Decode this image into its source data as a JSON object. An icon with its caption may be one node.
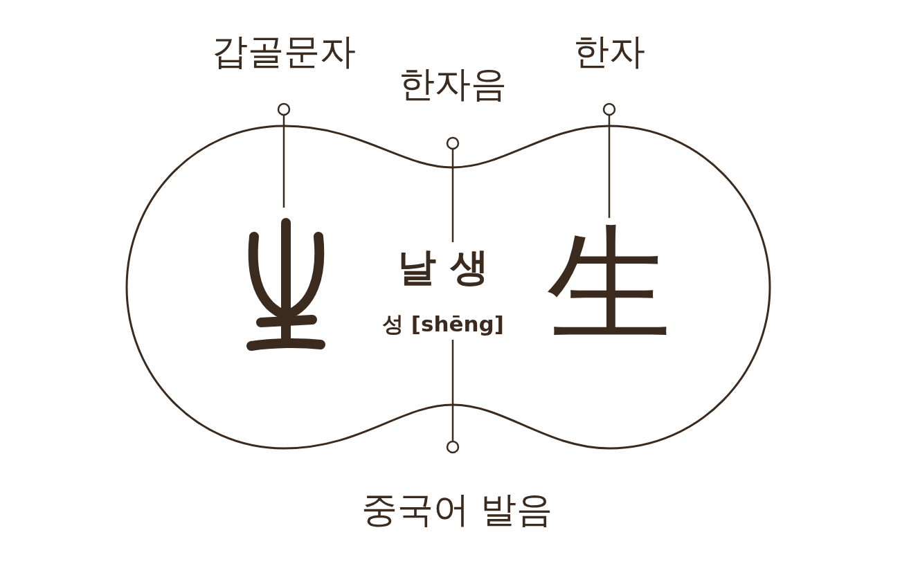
{
  "diagram": {
    "nodes": [
      {
        "text": [
          "갑골문자"
        ]
      },
      {
        "text": [
          "한자음"
        ]
      },
      {
        "text": [
          "한자"
        ]
      },
      {
        "text": [],
        "shape": "oval"
      },
      {
        "text": [],
        "shape": "picture",
        "in": 3
      },
      {
        "text": [
          "날 생"
        ],
        "in": 3
      },
      {
        "text": [
          "성 [shēng]"
        ],
        "in": 3
      },
      {
        "text": [
          "生"
        ],
        "in": 3
      },
      {
        "text": [
          "중국어 발음"
        ]
      }
    ],
    "edges": [
      {
        "from": 0,
        "to": 4,
        "arrow": "other"
      },
      {
        "from": 1,
        "to": 5,
        "arrow": "other"
      },
      {
        "from": 2,
        "to": 7,
        "arrow": "other"
      },
      {
        "from": 8,
        "to": 6,
        "arrow": "other"
      }
    ]
  }
}
